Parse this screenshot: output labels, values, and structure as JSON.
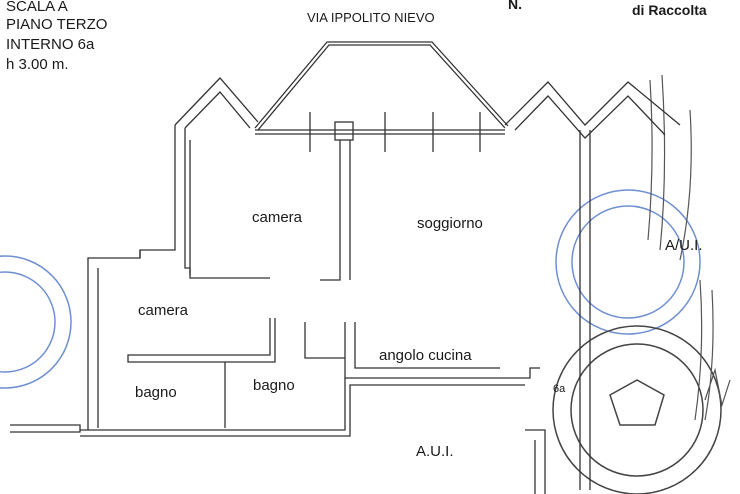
{
  "header": {
    "lines": [
      "SCALA A",
      "PIANO TERZO",
      "INTERNO 6a",
      "h 3.00 m."
    ],
    "street": "VIA IPPOLITO NIEVO",
    "registry_prefix": "N.",
    "registry_suffix": "di Raccolta"
  },
  "rooms": {
    "camera_1": "camera",
    "soggiorno": "soggiorno",
    "camera_2": "camera",
    "bagno_1": "bagno",
    "bagno_2": "bagno",
    "angolo_cucina": "angolo cucina"
  },
  "annotations": {
    "aui_bottom": "A.U.I.",
    "aui_right": "A/U.I.",
    "unit": "6a"
  },
  "colors": {
    "wall": "#333333",
    "stamp_blue": "#6f8fd0",
    "stamp_black": "#444444"
  }
}
